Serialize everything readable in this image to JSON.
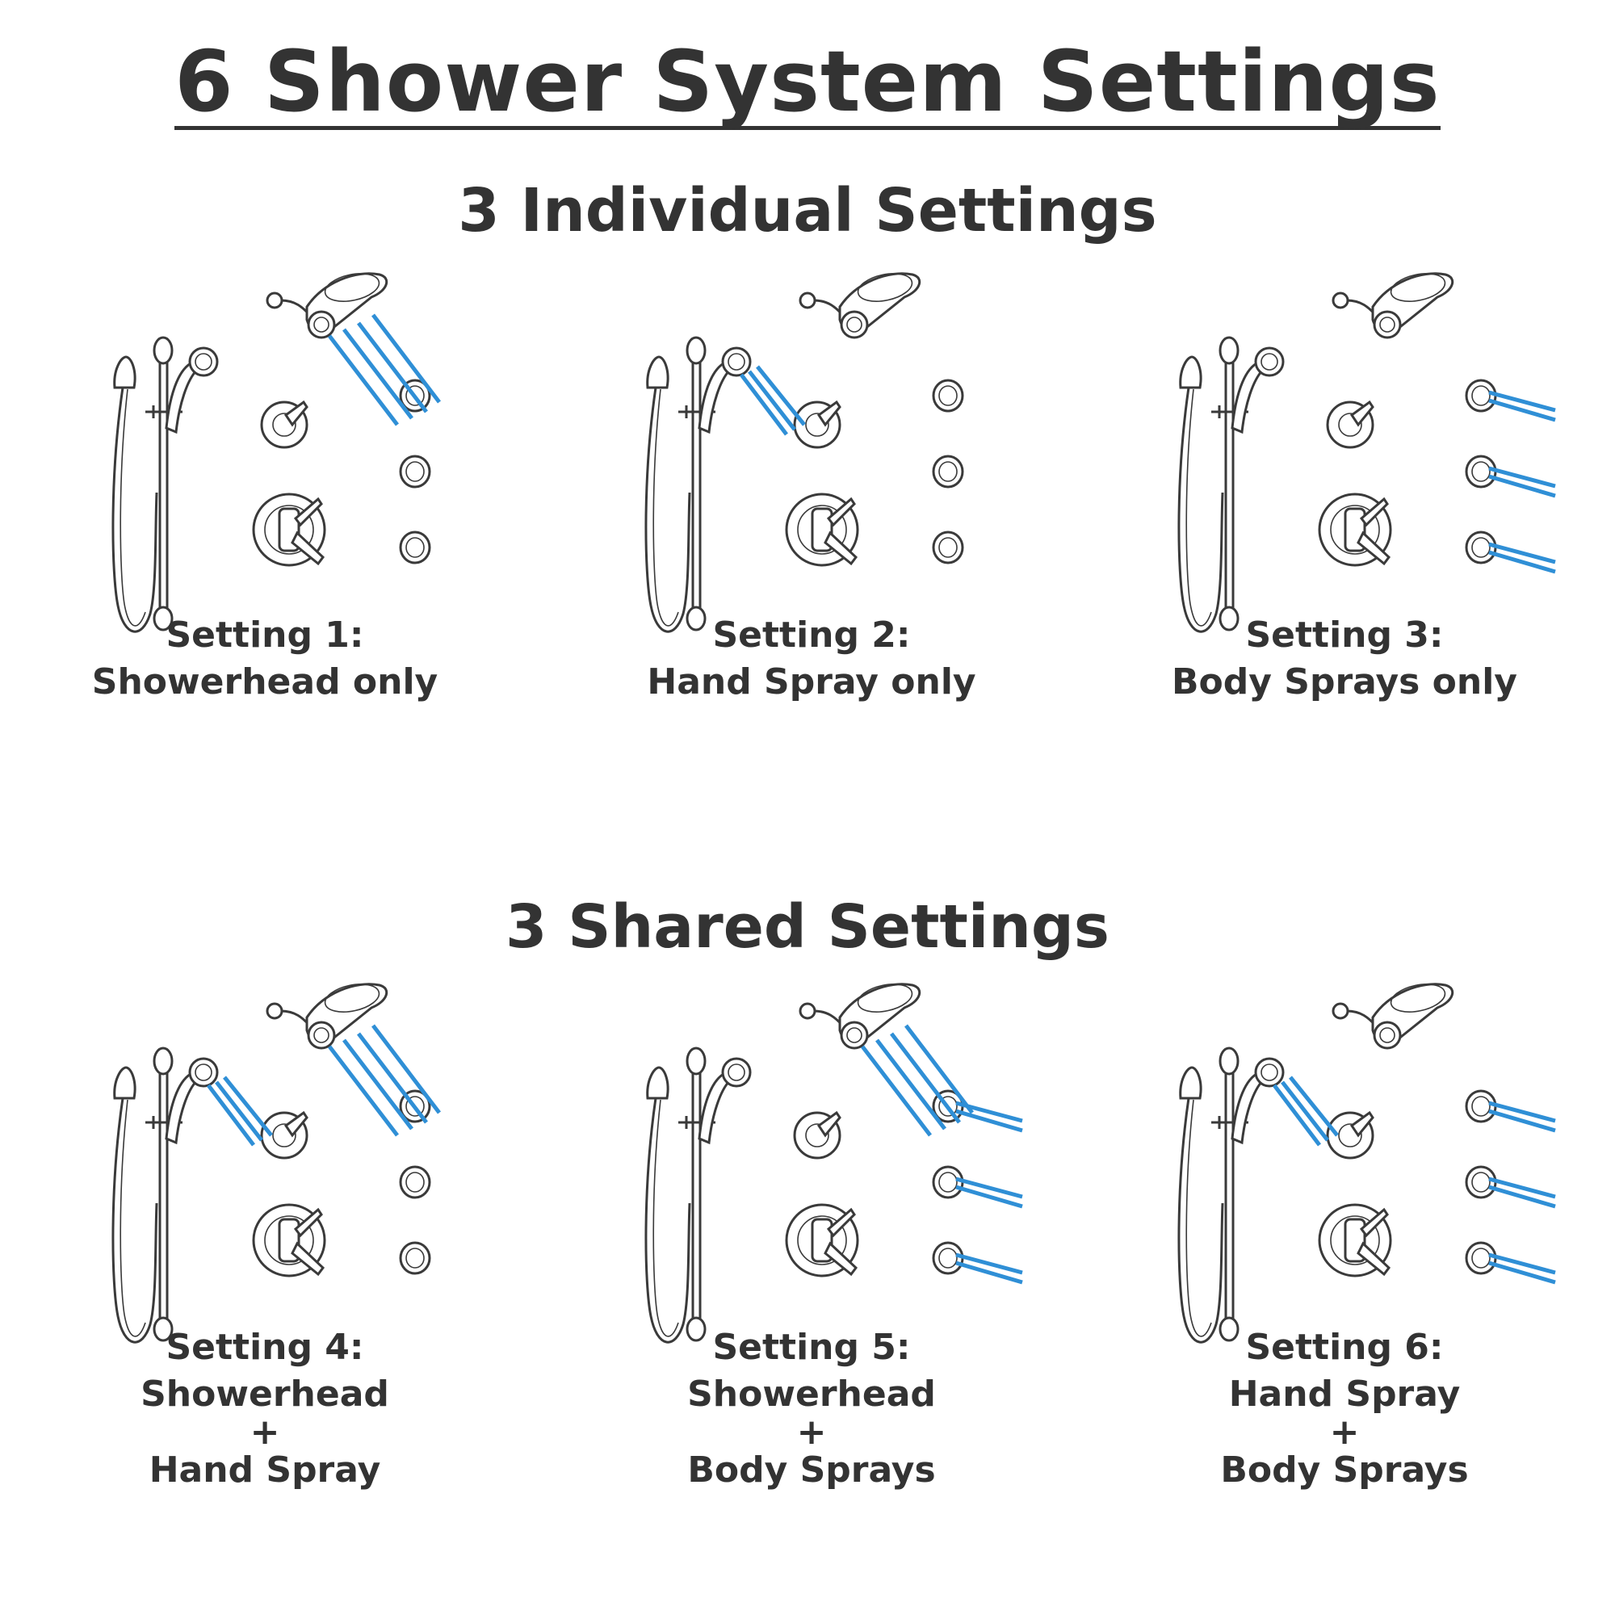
{
  "title": "6 Shower System Settings",
  "groups": {
    "individual": {
      "title": "3 Individual Settings"
    },
    "shared": {
      "title": "3 Shared Settings"
    }
  },
  "settings": [
    {
      "number": "Setting 1:",
      "lines": [
        "Showerhead only"
      ],
      "active": [
        "showerhead"
      ]
    },
    {
      "number": "Setting 2:",
      "lines": [
        "Hand Spray only"
      ],
      "active": [
        "handspray"
      ]
    },
    {
      "number": "Setting 3:",
      "lines": [
        "Body Sprays only"
      ],
      "active": [
        "bodysprays"
      ]
    },
    {
      "number": "Setting 4:",
      "lines": [
        "Showerhead",
        "+",
        "Hand Spray"
      ],
      "active": [
        "showerhead",
        "handspray"
      ]
    },
    {
      "number": "Setting 5:",
      "lines": [
        "Showerhead",
        "+",
        "Body Sprays"
      ],
      "active": [
        "showerhead",
        "bodysprays"
      ]
    },
    {
      "number": "Setting 6:",
      "lines": [
        "Hand Spray",
        "+",
        "Body Sprays"
      ],
      "active": [
        "handspray",
        "bodysprays"
      ]
    }
  ],
  "colors": {
    "text": "#333333",
    "water": "#2f8fd6",
    "fixture": "#3a3a3a"
  }
}
